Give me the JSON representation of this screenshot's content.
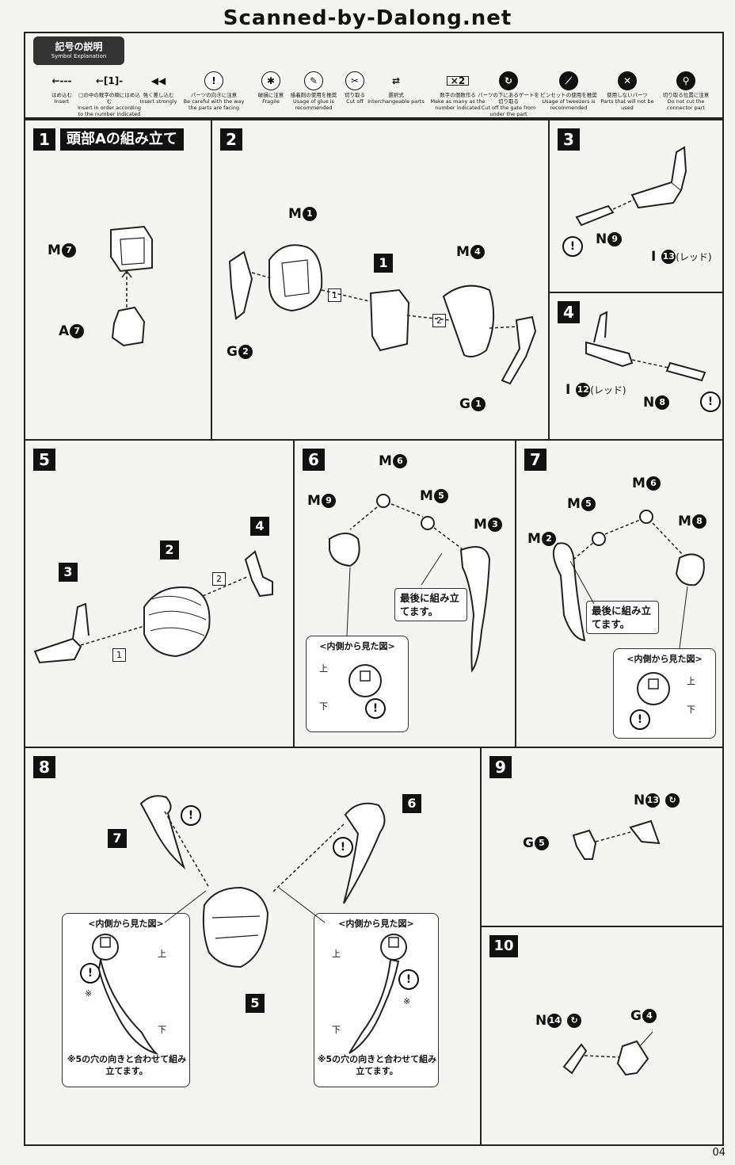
{
  "watermark": "Scanned-by-Dalong.net",
  "legend": {
    "title_jp": "記号の説明",
    "title_en": "Symbol Explanation",
    "symbols": [
      {
        "jp": "はめ込む",
        "en": "Insert",
        "icon": "arrow-insert-icon"
      },
      {
        "jp": "□の中の数字の順にはめ込む",
        "en": "Insert in order according to the number indicated",
        "icon": "arrow-numbered-insert-icon"
      },
      {
        "jp": "強く差し込む",
        "en": "Insert strongly",
        "icon": "double-arrow-icon"
      },
      {
        "jp": "パーツの向きに注意",
        "en": "Be careful with the way the parts are facing",
        "icon": "exclamation-icon"
      },
      {
        "jp": "破損に注意",
        "en": "Fragile",
        "icon": "fragile-icon"
      },
      {
        "jp": "接着剤の使用を推奨",
        "en": "Usage of glue is recommended",
        "icon": "glue-icon"
      },
      {
        "jp": "切り取る",
        "en": "Cut off",
        "icon": "cut-off-icon"
      },
      {
        "jp": "選択式",
        "en": "Interchangeable parts",
        "icon": "interchangeable-icon"
      },
      {
        "jp": "数字の個数作る",
        "en": "Make as many as the number indicated",
        "icon": "times-two-icon",
        "mark": "×2"
      },
      {
        "jp": "パーツの下にあるゲートを切り取る",
        "en": "Cut off the gate from under the part",
        "icon": "gate-cut-icon"
      },
      {
        "jp": "ピンセットの使用を推奨",
        "en": "Usage of tweezers is recommended",
        "icon": "tweezers-icon"
      },
      {
        "jp": "使用しないパーツ",
        "en": "Parts that will not be used",
        "icon": "unused-x-icon"
      },
      {
        "jp": "切り取る位置に注意",
        "en": "Do not cut the connector part",
        "icon": "connector-icon"
      }
    ]
  },
  "steps": {
    "s1": {
      "num": "1",
      "title": "頭部Aの組み立て",
      "parts": [
        {
          "l": "M",
          "n": "7"
        },
        {
          "l": "A",
          "n": "7"
        }
      ]
    },
    "s2": {
      "num": "2",
      "parts": [
        {
          "l": "M",
          "n": "1"
        },
        {
          "l": "M",
          "n": "4"
        },
        {
          "l": "G",
          "n": "2"
        },
        {
          "l": "G",
          "n": "1"
        }
      ],
      "sub": "1",
      "order1": "1",
      "order2": "2"
    },
    "s3": {
      "num": "3",
      "parts": [
        {
          "l": "N",
          "n": "9"
        },
        {
          "l": "I",
          "n": "13",
          "red": "(レッド)"
        }
      ]
    },
    "s4": {
      "num": "4",
      "parts": [
        {
          "l": "I",
          "n": "12",
          "red": "(レッド)"
        },
        {
          "l": "N",
          "n": "8"
        }
      ]
    },
    "s5": {
      "num": "5",
      "subs": [
        "2",
        "3",
        "4"
      ],
      "order1": "1",
      "order2": "2"
    },
    "s6": {
      "num": "6",
      "parts": [
        {
          "l": "M",
          "n": "6"
        },
        {
          "l": "M",
          "n": "9"
        },
        {
          "l": "M",
          "n": "5"
        },
        {
          "l": "M",
          "n": "3"
        }
      ],
      "note": "最後に組み立てます。",
      "inset": "<内側から見た図>",
      "up": "上",
      "down": "下"
    },
    "s7": {
      "num": "7",
      "parts": [
        {
          "l": "M",
          "n": "6"
        },
        {
          "l": "M",
          "n": "5"
        },
        {
          "l": "M",
          "n": "8"
        },
        {
          "l": "M",
          "n": "2"
        }
      ],
      "note": "最後に組み立てます。",
      "inset": "<内側から見た図>",
      "up": "上",
      "down": "下"
    },
    "s8": {
      "num": "8",
      "subs": [
        "7",
        "6",
        "5"
      ],
      "inset": "<内側から見た図>",
      "up": "上",
      "down": "下",
      "ref": "※",
      "foot": "※5の穴の向きと合わせて組み立てます。"
    },
    "s9": {
      "num": "9",
      "parts": [
        {
          "l": "N",
          "n": "13"
        },
        {
          "l": "G",
          "n": "5"
        }
      ]
    },
    "s10": {
      "num": "10",
      "parts": [
        {
          "l": "N",
          "n": "14"
        },
        {
          "l": "G",
          "n": "4"
        }
      ]
    }
  },
  "page_number": "04"
}
